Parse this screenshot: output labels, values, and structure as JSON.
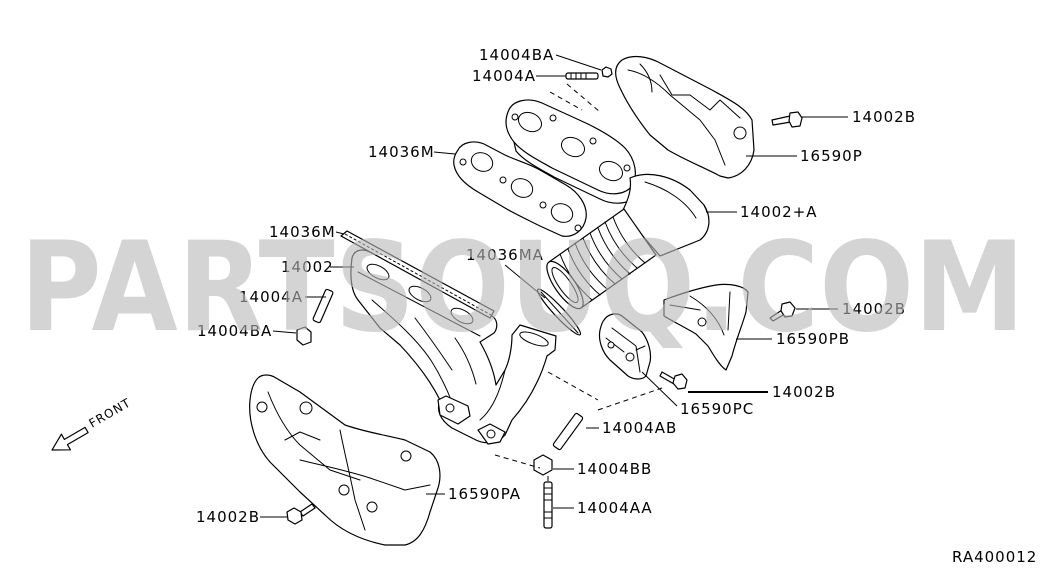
{
  "callouts": [
    "14004BA",
    "14004A",
    "14002B",
    "16590P",
    "14036M",
    "14002+A",
    "14036M",
    "14002",
    "14036MA",
    "14004A",
    "14004BA",
    "14002B",
    "16590PB",
    "14002B",
    "16590PC",
    "14004AB",
    "14004BB",
    "16590PA",
    "14002B",
    "14004AA"
  ],
  "front_label": "FRONT",
  "diagram_code": "RA400012",
  "watermark": "PARTSOUQ.COM",
  "colors": {
    "line": "#000000",
    "background": "#ffffff",
    "watermark": "#b8b8b8"
  }
}
